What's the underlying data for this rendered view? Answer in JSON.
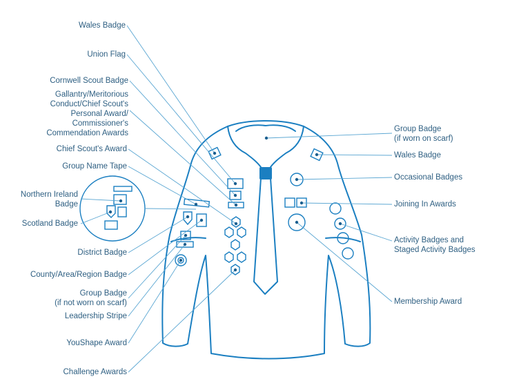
{
  "labels_left": [
    {
      "id": "wales-badge-left",
      "lines": [
        "Wales Badge"
      ]
    },
    {
      "id": "union-flag",
      "lines": [
        "Union Flag"
      ]
    },
    {
      "id": "cornwell-scout-badge",
      "lines": [
        "Cornwell Scout Badge"
      ]
    },
    {
      "id": "gallantry-awards",
      "lines": [
        "Gallantry/Meritorious",
        "Conduct/Chief Scout's",
        "Personal Award/",
        "Commissioner's",
        "Commendation Awards"
      ]
    },
    {
      "id": "chief-scouts-award",
      "lines": [
        "Chief Scout's Award"
      ]
    },
    {
      "id": "group-name-tape",
      "lines": [
        "Group Name Tape"
      ]
    },
    {
      "id": "northern-ireland-badge",
      "lines": [
        "Northern Ireland",
        "Badge"
      ]
    },
    {
      "id": "scotland-badge",
      "lines": [
        "Scotland Badge"
      ]
    },
    {
      "id": "district-badge",
      "lines": [
        "District Badge"
      ]
    },
    {
      "id": "county-badge",
      "lines": [
        "County/Area/Region Badge"
      ]
    },
    {
      "id": "group-badge-not-scarf",
      "lines": [
        "Group Badge",
        "(if not worn on scarf)"
      ]
    },
    {
      "id": "leadership-stripe",
      "lines": [
        "Leadership Stripe"
      ]
    },
    {
      "id": "youshape-award",
      "lines": [
        "YouShape Award"
      ]
    },
    {
      "id": "challenge-awards",
      "lines": [
        "Challenge Awards"
      ]
    }
  ],
  "labels_right": [
    {
      "id": "group-badge-scarf",
      "lines": [
        "Group Badge",
        "(if worn on scarf)"
      ]
    },
    {
      "id": "wales-badge-right",
      "lines": [
        "Wales Badge"
      ]
    },
    {
      "id": "occasional-badges",
      "lines": [
        "Occasional Badges"
      ]
    },
    {
      "id": "joining-in-awards",
      "lines": [
        "Joining In Awards"
      ]
    },
    {
      "id": "activity-badges",
      "lines": [
        "Activity Badges and",
        "Staged Activity Badges"
      ]
    },
    {
      "id": "membership-award",
      "lines": [
        "Membership Award"
      ]
    }
  ],
  "colors": {
    "label": "#2e5f82",
    "outline": "#1b7fc1",
    "leader_line": "#5aa6d2"
  }
}
